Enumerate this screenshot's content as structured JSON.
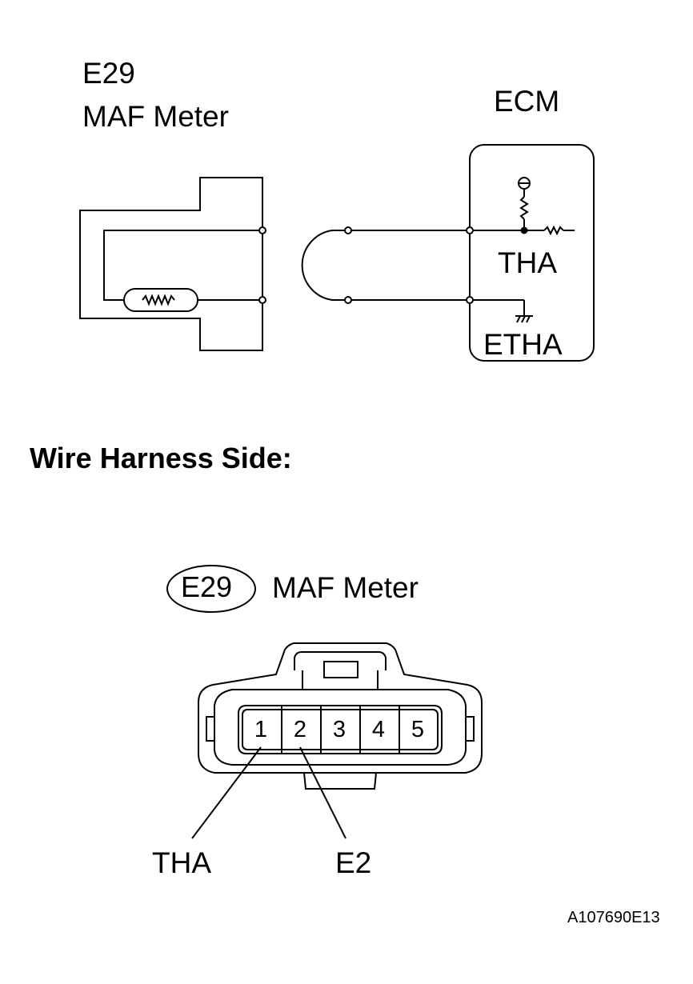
{
  "schematic": {
    "component_code": "E29",
    "component_name": "MAF Meter",
    "ecm_label": "ECM",
    "ecm_terminals": [
      "THA",
      "ETHA"
    ]
  },
  "connector_view": {
    "section_title": "Wire Harness Side:",
    "connector_code": "E29",
    "connector_name": "MAF Meter",
    "pins": [
      "1",
      "2",
      "3",
      "4",
      "5"
    ],
    "pin_labels": [
      "THA",
      "E2"
    ]
  },
  "figure_id": "A107690E13"
}
